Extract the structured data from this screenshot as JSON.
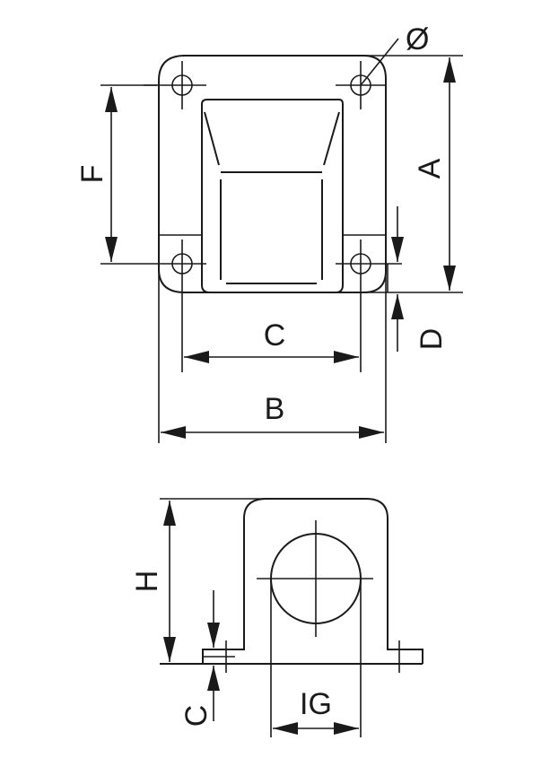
{
  "drawing": {
    "top_view": {
      "labels": {
        "diameter": "Ø",
        "A": "A",
        "F": "F",
        "C": "C",
        "D": "D",
        "B": "B"
      }
    },
    "side_view": {
      "labels": {
        "H": "H",
        "C": "C",
        "IG": "IG"
      }
    },
    "colors": {
      "line": "#1a1a1a",
      "background": "#ffffff"
    }
  }
}
